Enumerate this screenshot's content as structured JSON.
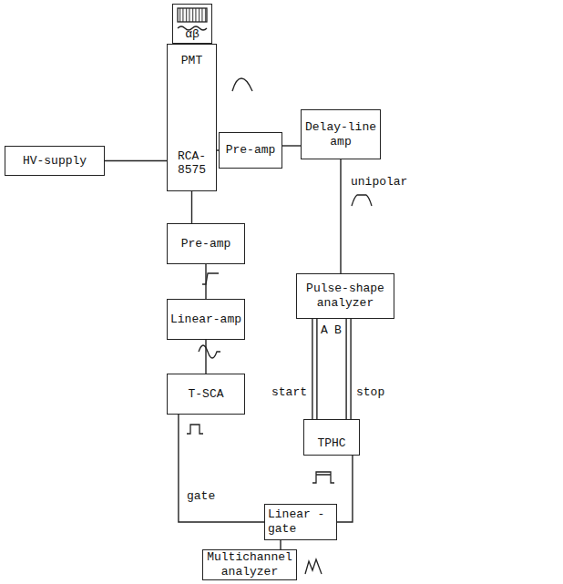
{
  "diagram": {
    "nodes": [
      {
        "text": [
          "αβ"
        ]
      },
      {
        "text": [
          "PMT",
          "RCA-8575"
        ]
      },
      {
        "text": [
          "HV-supply"
        ]
      },
      {
        "text": [
          "Pre-amp"
        ]
      },
      {
        "text": [
          "Delay-line amp"
        ]
      },
      {
        "text": [
          "Pre-amp"
        ]
      },
      {
        "text": [
          "Linear-amp"
        ]
      },
      {
        "text": [
          "T-SCA"
        ]
      },
      {
        "text": [
          "Pulse-shape analyzer"
        ]
      },
      {
        "text": [
          "TPHC"
        ]
      },
      {
        "text": [
          "Linear -gate"
        ]
      },
      {
        "text": [
          "Multichannel analyzer"
        ]
      }
    ],
    "edges": [
      {
        "from": 2,
        "to": 1,
        "arrow": "none"
      },
      {
        "from": 1,
        "to": 3,
        "arrow": "none"
      },
      {
        "from": 3,
        "to": 4,
        "arrow": "none"
      },
      {
        "from": 4,
        "to": 8,
        "arrow": "none"
      },
      {
        "from": 8,
        "to": 9,
        "arrow": "none"
      },
      {
        "from": 8,
        "to": 9,
        "arrow": "none"
      },
      {
        "from": 1,
        "to": 5,
        "arrow": "none"
      },
      {
        "from": 5,
        "to": 6,
        "arrow": "none"
      },
      {
        "from": 6,
        "to": 7,
        "arrow": "none"
      },
      {
        "from": 7,
        "to": 10,
        "arrow": "none"
      },
      {
        "from": 9,
        "to": 10,
        "arrow": "none"
      },
      {
        "from": 10,
        "to": 11,
        "arrow": "none"
      }
    ],
    "labels": [
      "unipolar",
      "A",
      "B",
      "start",
      "stop",
      "gate"
    ]
  }
}
